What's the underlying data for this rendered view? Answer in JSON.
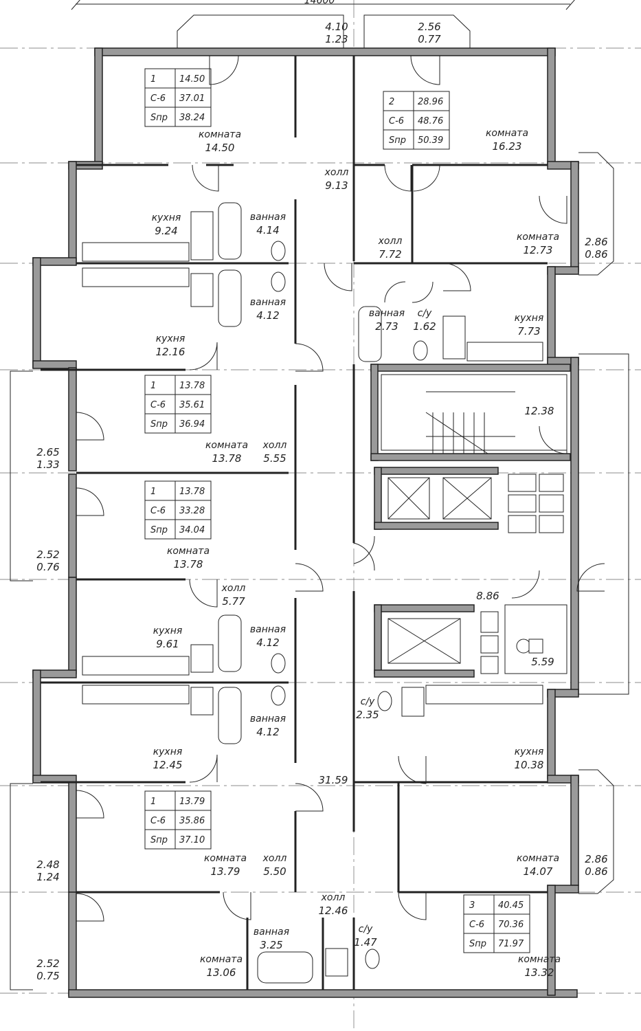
{
  "dimension_top": "14600",
  "balconies_top": [
    {
      "area": "4.10",
      "coef": "1.23"
    },
    {
      "area": "2.56",
      "coef": "0.77"
    }
  ],
  "apartments": [
    {
      "rooms": "1",
      "living": "14.50",
      "c_label": "С-6",
      "c_value": "37.01",
      "s_label": "Sпр",
      "s_value": "38.24"
    },
    {
      "rooms": "2",
      "living": "28.96",
      "c_label": "С-6",
      "c_value": "48.76",
      "s_label": "Sпр",
      "s_value": "50.39"
    },
    {
      "rooms": "1",
      "living": "13.78",
      "c_label": "С-6",
      "c_value": "35.61",
      "s_label": "Sпр",
      "s_value": "36.94"
    },
    {
      "rooms": "1",
      "living": "13.78",
      "c_label": "С-6",
      "c_value": "33.28",
      "s_label": "Sпр",
      "s_value": "34.04"
    },
    {
      "rooms": "1",
      "living": "13.79",
      "c_label": "С-6",
      "c_value": "35.86",
      "s_label": "Sпр",
      "s_value": "37.10"
    },
    {
      "rooms": "3",
      "living": "40.45",
      "c_label": "С-6",
      "c_value": "70.36",
      "s_label": "Sпр",
      "s_value": "71.97"
    }
  ],
  "rooms": [
    {
      "name": "комната",
      "area": "14.50"
    },
    {
      "name": "комната",
      "area": "16.23"
    },
    {
      "name": "холл",
      "area": "9.13"
    },
    {
      "name": "кухня",
      "area": "9.24"
    },
    {
      "name": "ванная",
      "area": "4.14"
    },
    {
      "name": "холл",
      "area": "7.72"
    },
    {
      "name": "комната",
      "area": "12.73"
    },
    {
      "name": "ванная",
      "area": "4.12"
    },
    {
      "name": "ванная",
      "area": "2.73"
    },
    {
      "name": "с/у",
      "area": "1.62"
    },
    {
      "name": "кухня",
      "area": "7.73"
    },
    {
      "name": "кухня",
      "area": "12.16"
    },
    {
      "name": "",
      "area": "12.38"
    },
    {
      "name": "комната",
      "area": "13.78"
    },
    {
      "name": "холл",
      "area": "5.55"
    },
    {
      "name": "комната",
      "area": "13.78"
    },
    {
      "name": "холл",
      "area": "5.77"
    },
    {
      "name": "",
      "area": "8.86"
    },
    {
      "name": "кухня",
      "area": "9.61"
    },
    {
      "name": "ванная",
      "area": "4.12"
    },
    {
      "name": "",
      "area": "5.59"
    },
    {
      "name": "с/у",
      "area": "2.35"
    },
    {
      "name": "ванная",
      "area": "4.12"
    },
    {
      "name": "кухня",
      "area": "12.45"
    },
    {
      "name": "кухня",
      "area": "10.38"
    },
    {
      "name": "",
      "area": "31.59"
    },
    {
      "name": "комната",
      "area": "13.79"
    },
    {
      "name": "холл",
      "area": "5.50"
    },
    {
      "name": "комната",
      "area": "14.07"
    },
    {
      "name": "холл",
      "area": "12.46"
    },
    {
      "name": "ванная",
      "area": "3.25"
    },
    {
      "name": "с/у",
      "area": "1.47"
    },
    {
      "name": "комната",
      "area": "13.06"
    },
    {
      "name": "комната",
      "area": "13.32"
    }
  ],
  "balconies_side": [
    {
      "area": "2.86",
      "coef": "0.86"
    },
    {
      "area": "2.65",
      "coef": "1.33"
    },
    {
      "area": "2.52",
      "coef": "0.76"
    },
    {
      "area": "2.86",
      "coef": "0.86"
    },
    {
      "area": "2.48",
      "coef": "1.24"
    },
    {
      "area": "2.52",
      "coef": "0.75"
    }
  ]
}
